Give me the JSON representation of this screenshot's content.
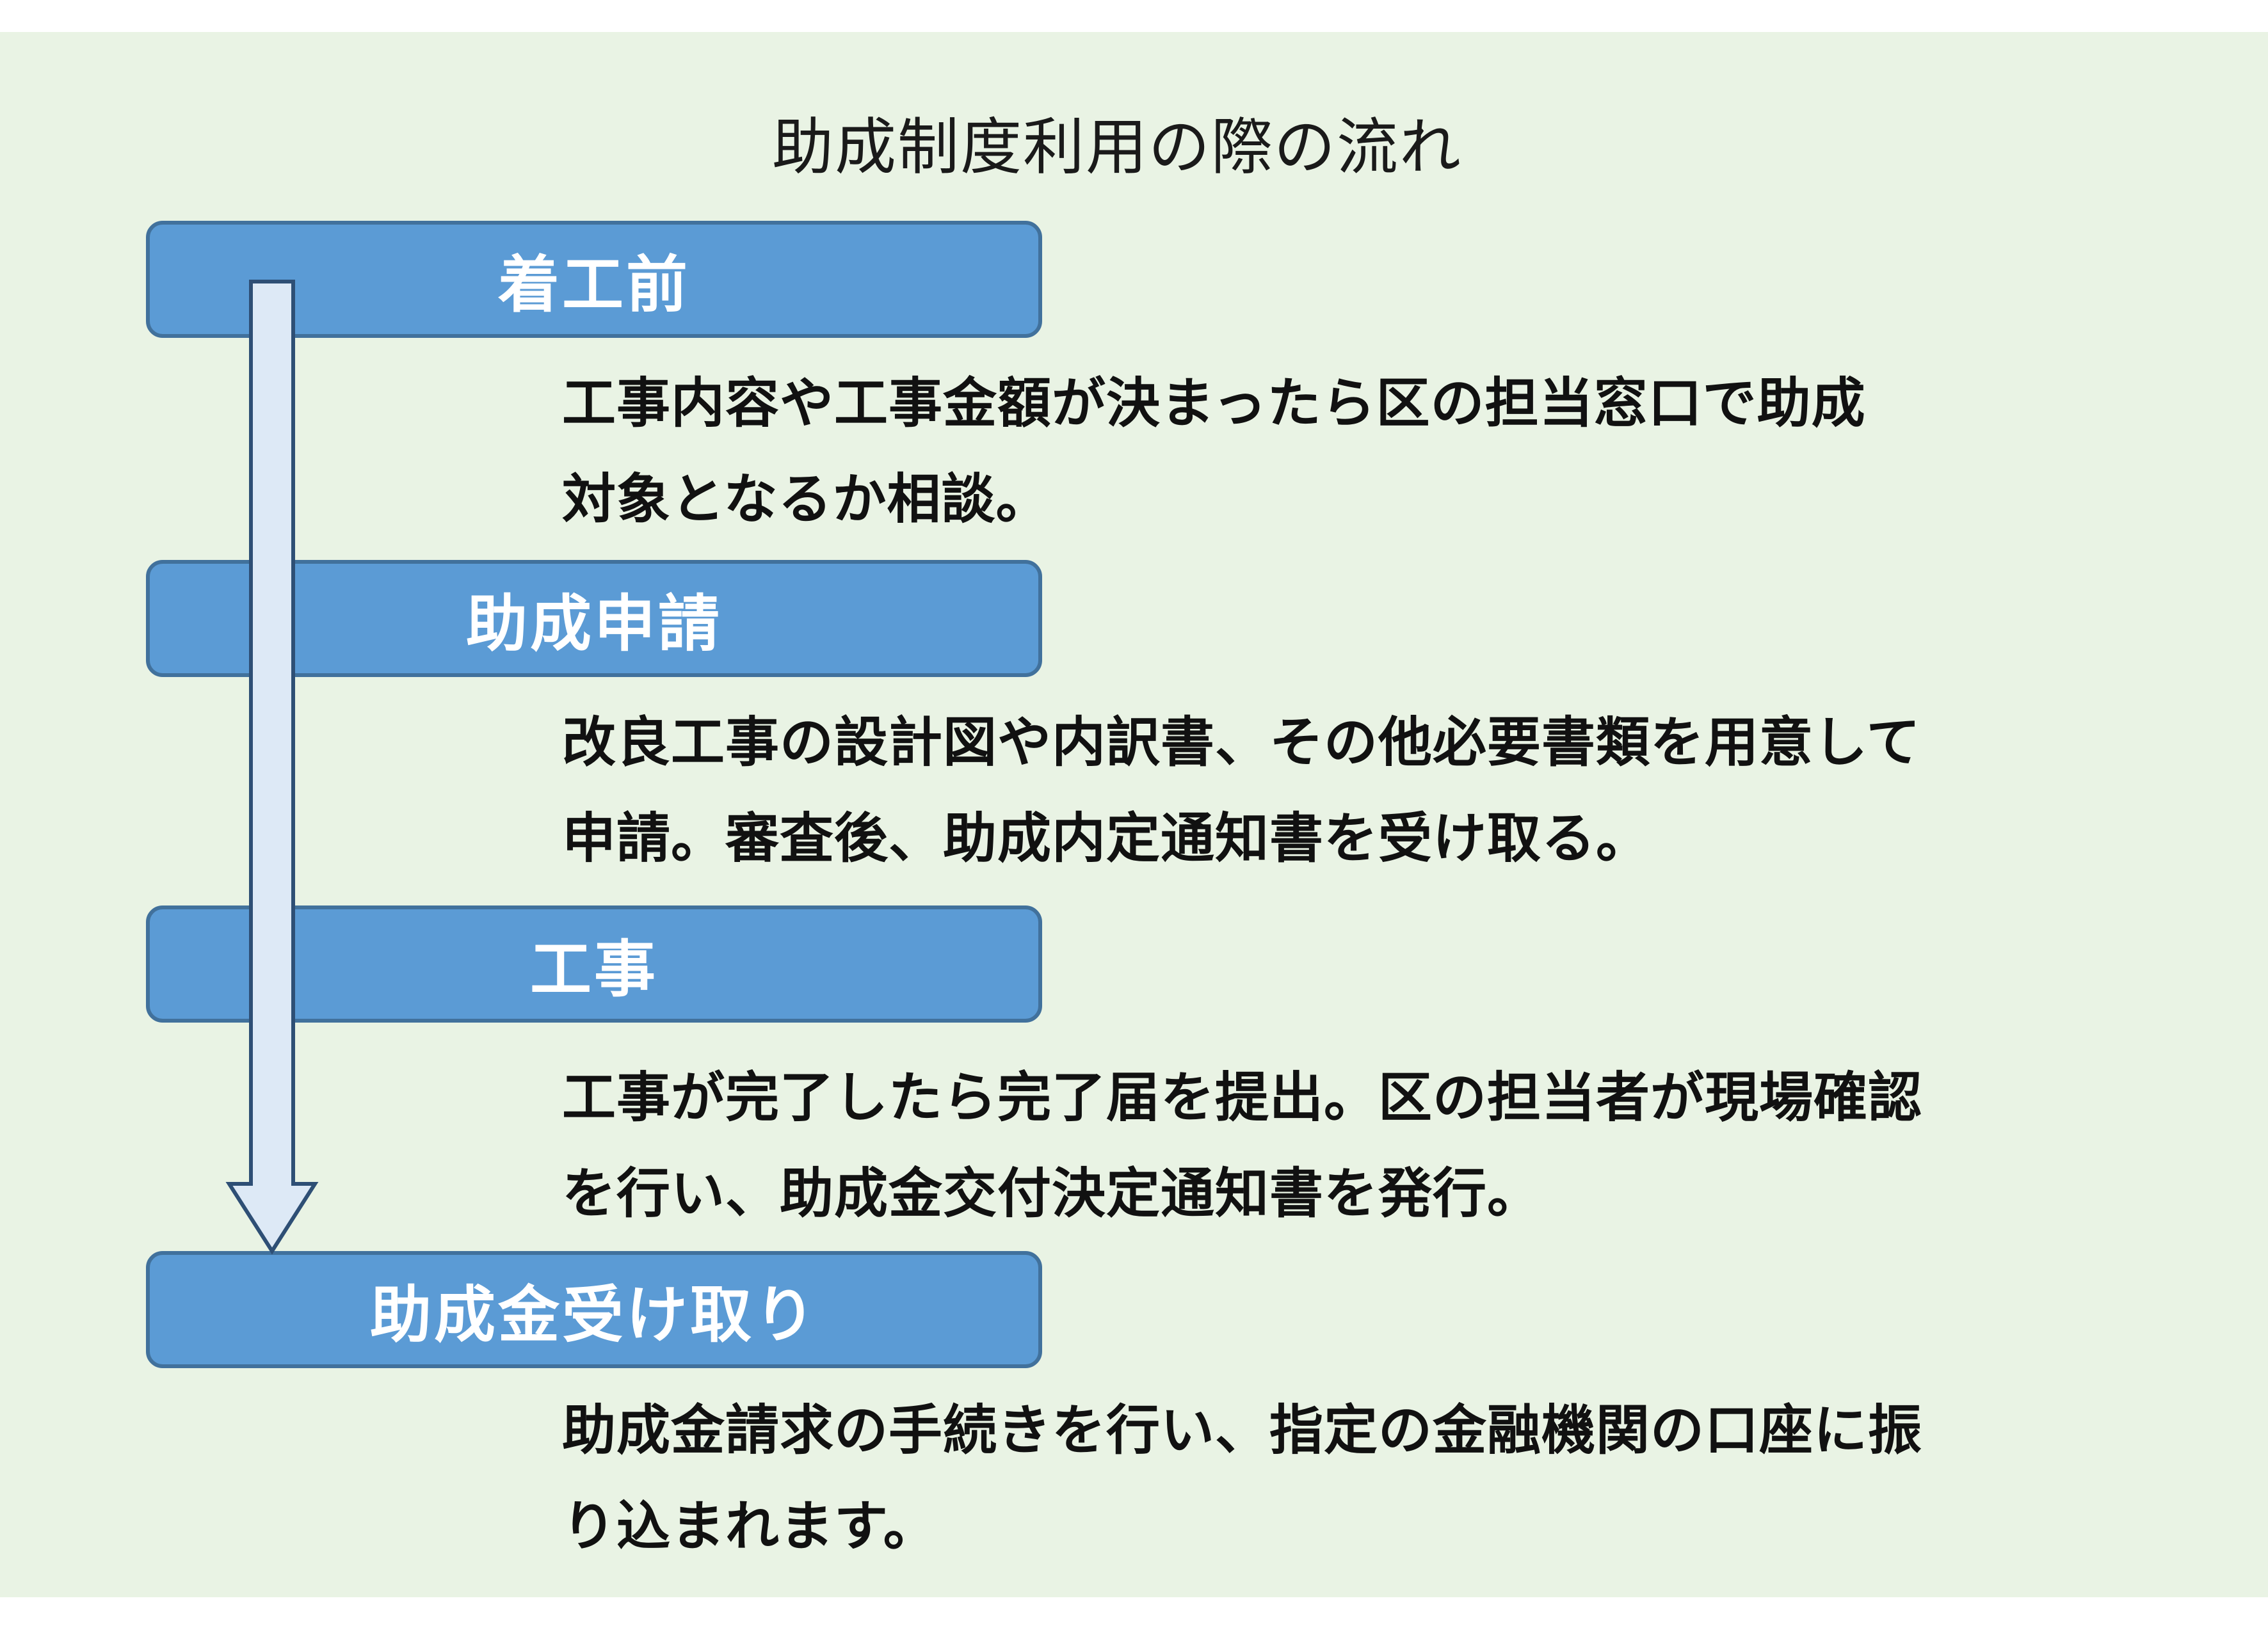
{
  "title": "助成制度利用の際の流れ",
  "colors": {
    "panel_background": "#e9f3e4",
    "step_box_fill": "#5b9bd5",
    "step_box_border": "#41719c",
    "arrow_fill": "#dde9f6",
    "arrow_stroke": "#2e4f75"
  },
  "steps": [
    {
      "label": "着工前",
      "description": [
        "工事内容や工事金額が決まったら区の担当窓口で助成",
        "対象となるか相談。"
      ]
    },
    {
      "label": "助成申請",
      "description": [
        "改良工事の設計図や内訳書、その他必要書類を用意して",
        "申請。審査後、助成内定通知書を受け取る。"
      ]
    },
    {
      "label": "工事",
      "description": [
        "工事が完了したら完了届を提出。区の担当者が現場確認",
        "を行い、助成金交付決定通知書を発行。"
      ]
    },
    {
      "label": "助成金受け取り",
      "description": [
        "助成金請求の手続きを行い、指定の金融機関の口座に振",
        "り込まれます。"
      ]
    }
  ]
}
